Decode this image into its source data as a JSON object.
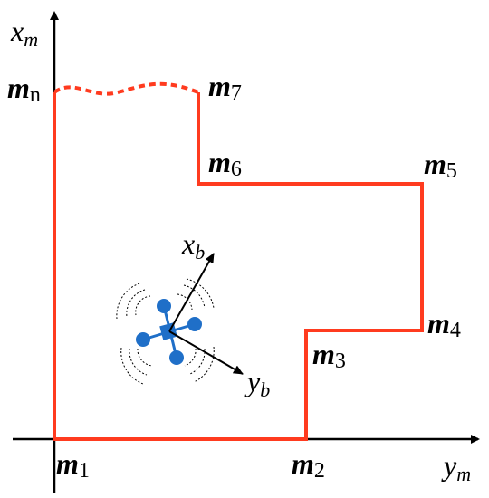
{
  "axes": {
    "vertical": {
      "main": "x",
      "sub": "m"
    },
    "horizontal": {
      "main": "y",
      "sub": "m"
    }
  },
  "body_axes": {
    "x": {
      "main": "x",
      "sub": "b"
    },
    "y": {
      "main": "y",
      "sub": "b"
    }
  },
  "vertices": [
    {
      "main": "m",
      "sub": "1"
    },
    {
      "main": "m",
      "sub": "2"
    },
    {
      "main": "m",
      "sub": "3"
    },
    {
      "main": "m",
      "sub": "4"
    },
    {
      "main": "m",
      "sub": "5"
    },
    {
      "main": "m",
      "sub": "6"
    },
    {
      "main": "m",
      "sub": "7"
    },
    {
      "main": "m",
      "sub": "n"
    }
  ],
  "colors": {
    "boundary": "#ff3b1f",
    "drone": "#1f6fc8",
    "axis": "#000000"
  },
  "icons": {
    "vehicle": "quadrotor-drone-icon"
  }
}
